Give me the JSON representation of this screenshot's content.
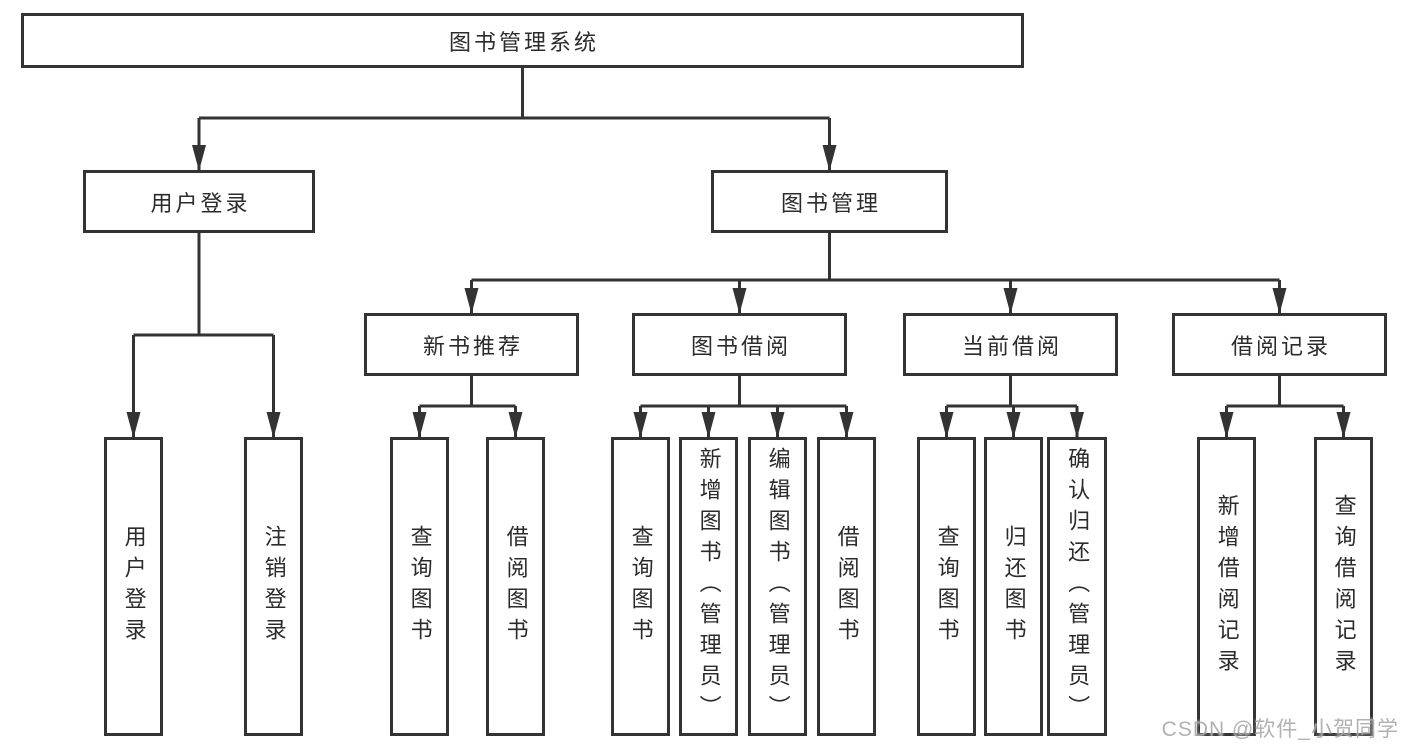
{
  "colors": {
    "line": "#333333",
    "text": "#2b2b2b",
    "box_fill": "#ffffff",
    "watermark": "#a9a9a9",
    "background": "#ffffff"
  },
  "nodes": {
    "root": {
      "label": "图书管理系统"
    },
    "user_login": {
      "label": "用户登录"
    },
    "book_mgmt": {
      "label": "图书管理"
    },
    "new_book_rec": {
      "label": "新书推荐"
    },
    "book_borrow": {
      "label": "图书借阅"
    },
    "current_borrow": {
      "label": "当前借阅"
    },
    "borrow_record": {
      "label": "借阅记录"
    },
    "leaves": {
      "user_login_children": [
        {
          "label": "用户登录"
        },
        {
          "label": "注销登录"
        }
      ],
      "new_book_rec_children": [
        {
          "label": "查询图书"
        },
        {
          "label": "借阅图书"
        }
      ],
      "book_borrow_children": [
        {
          "label": "查询图书"
        },
        {
          "label": "新增图书（管理员）"
        },
        {
          "label": "编辑图书（管理员）"
        },
        {
          "label": "借阅图书"
        }
      ],
      "current_borrow_children": [
        {
          "label": "查询图书"
        },
        {
          "label": "归还图书"
        },
        {
          "label": "确认归还（管理员）"
        }
      ],
      "borrow_record_children": [
        {
          "label": "新增借阅记录"
        },
        {
          "label": "查询借阅记录"
        }
      ]
    }
  },
  "watermark": {
    "text": "CSDN @软件_小贺同学"
  }
}
